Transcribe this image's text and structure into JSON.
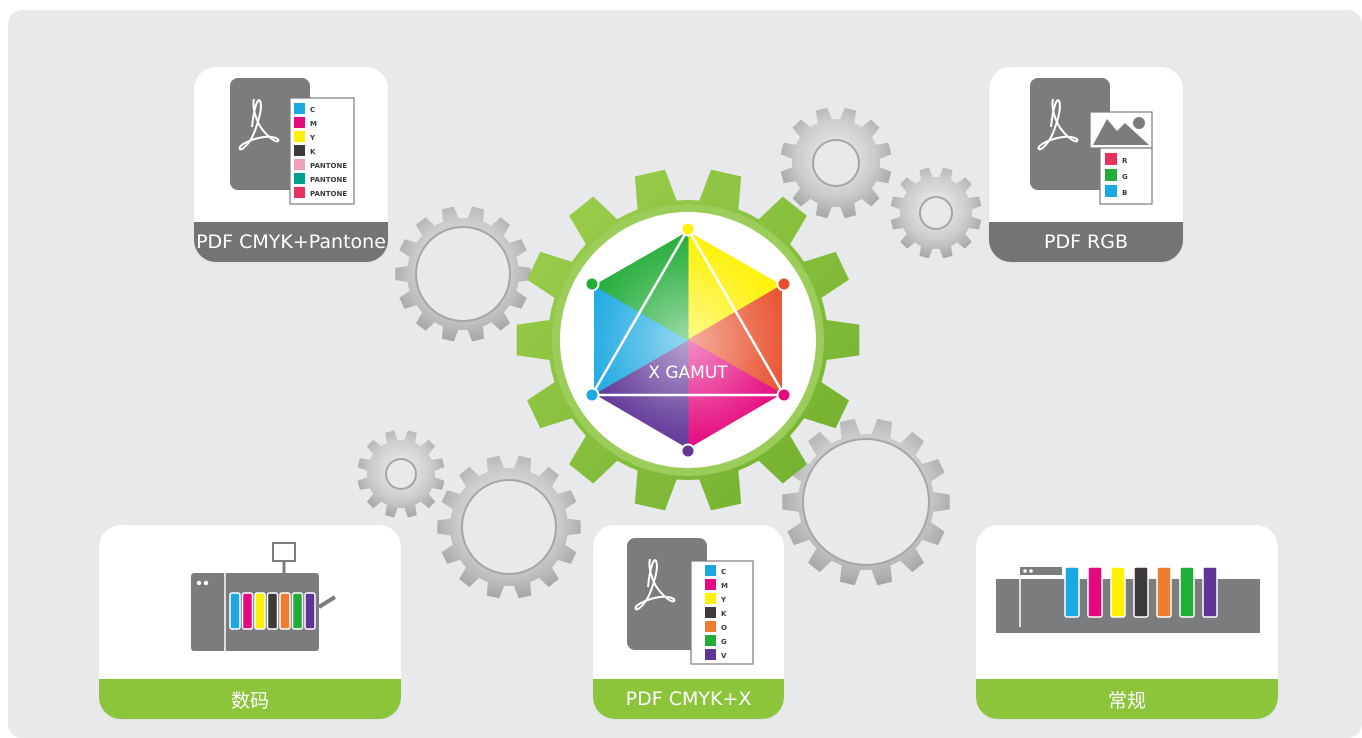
{
  "cards": {
    "pdf_cmyk_pantone": {
      "label": "PDF CMYK+Pantone",
      "swatches": [
        {
          "label": "C",
          "color": "#1ba9e1"
        },
        {
          "label": "M",
          "color": "#e5097f"
        },
        {
          "label": "Y",
          "color": "#fff100"
        },
        {
          "label": "K",
          "color": "#3e3a39"
        },
        {
          "label": "PANTONE",
          "color": "#f2a0c0"
        },
        {
          "label": "PANTONE",
          "color": "#009f8f"
        },
        {
          "label": "PANTONE",
          "color": "#e8325e"
        }
      ]
    },
    "pdf_rgb": {
      "label": "PDF RGB",
      "swatches": [
        {
          "label": "R",
          "color": "#e8325e"
        },
        {
          "label": "G",
          "color": "#22ac38"
        },
        {
          "label": "B",
          "color": "#1ba9e1"
        }
      ]
    },
    "digital": {
      "label": "数码",
      "ink_colors": [
        "#1ba9e1",
        "#e5097f",
        "#fff100",
        "#3e3a39",
        "#ed7d31",
        "#22ac38",
        "#5f3596"
      ]
    },
    "pdf_cmyk_x": {
      "label": "PDF CMYK+X",
      "swatches": [
        {
          "label": "C",
          "color": "#1ba9e1"
        },
        {
          "label": "M",
          "color": "#e5097f"
        },
        {
          "label": "Y",
          "color": "#fff100"
        },
        {
          "label": "K",
          "color": "#3e3a39"
        },
        {
          "label": "O",
          "color": "#ed7d31"
        },
        {
          "label": "G",
          "color": "#22ac38"
        },
        {
          "label": "V",
          "color": "#5f3596"
        }
      ]
    },
    "conventional": {
      "label": "常规",
      "ink_colors": [
        "#1ba9e1",
        "#e5097f",
        "#fff100",
        "#3e3a39",
        "#ed7d31",
        "#22ac38",
        "#5f3596"
      ]
    }
  },
  "center": {
    "label": "X GAMUT",
    "gear_color": "#8cc43c",
    "vertex_colors": [
      "#fff100",
      "#e8502d",
      "#e5097f",
      "#5f3596",
      "#1ba9e1",
      "#22ac38"
    ]
  },
  "colors": {
    "background": "#e8e9ea",
    "footer_gray": "#737475",
    "footer_green": "#8cc43c",
    "doc_gray": "#7b7c7d"
  }
}
